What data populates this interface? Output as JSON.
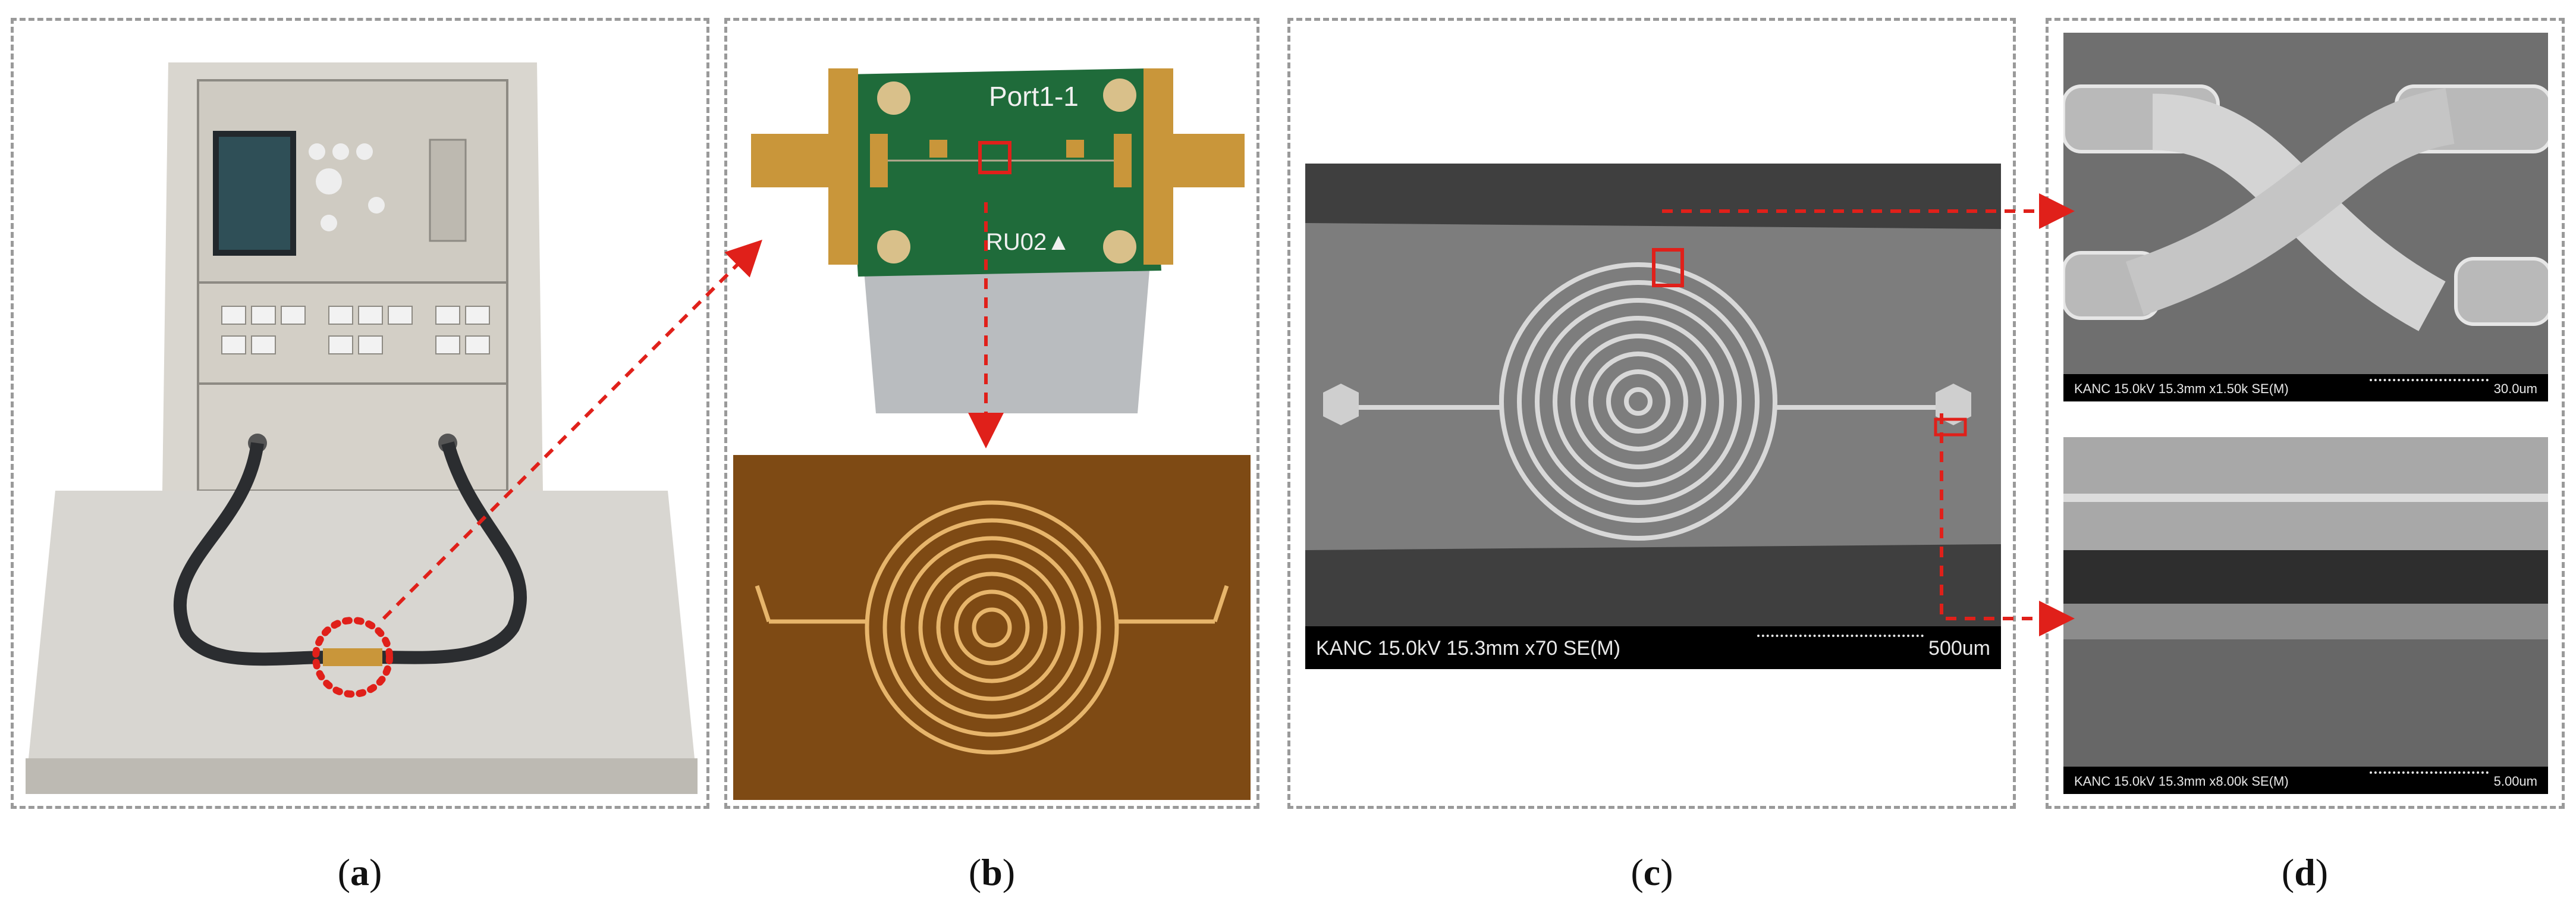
{
  "panels": {
    "a": {
      "label": "a"
    },
    "b": {
      "label": "b",
      "board_text": "Port1-1",
      "board_mark": "RU02▲"
    },
    "c": {
      "label": "c",
      "sem_info": "KANC 15.0kV 15.3mm x70 SE(M)",
      "scale": "500um"
    },
    "d": {
      "label": "d",
      "top": {
        "sem_info": "KANC 15.0kV 15.3mm x1.50k SE(M)",
        "scale": "30.0um"
      },
      "bottom": {
        "sem_info": "KANC 15.0kV 15.3mm x8.00k SE(M)",
        "scale": "5.00um"
      }
    }
  },
  "colors": {
    "panel_border": "#9a9a9a",
    "arrow_red": "#e0201a",
    "pcb_green": "#1f6b3a",
    "gold": "#c9963a",
    "sem_gray": "#8a8a8a"
  }
}
